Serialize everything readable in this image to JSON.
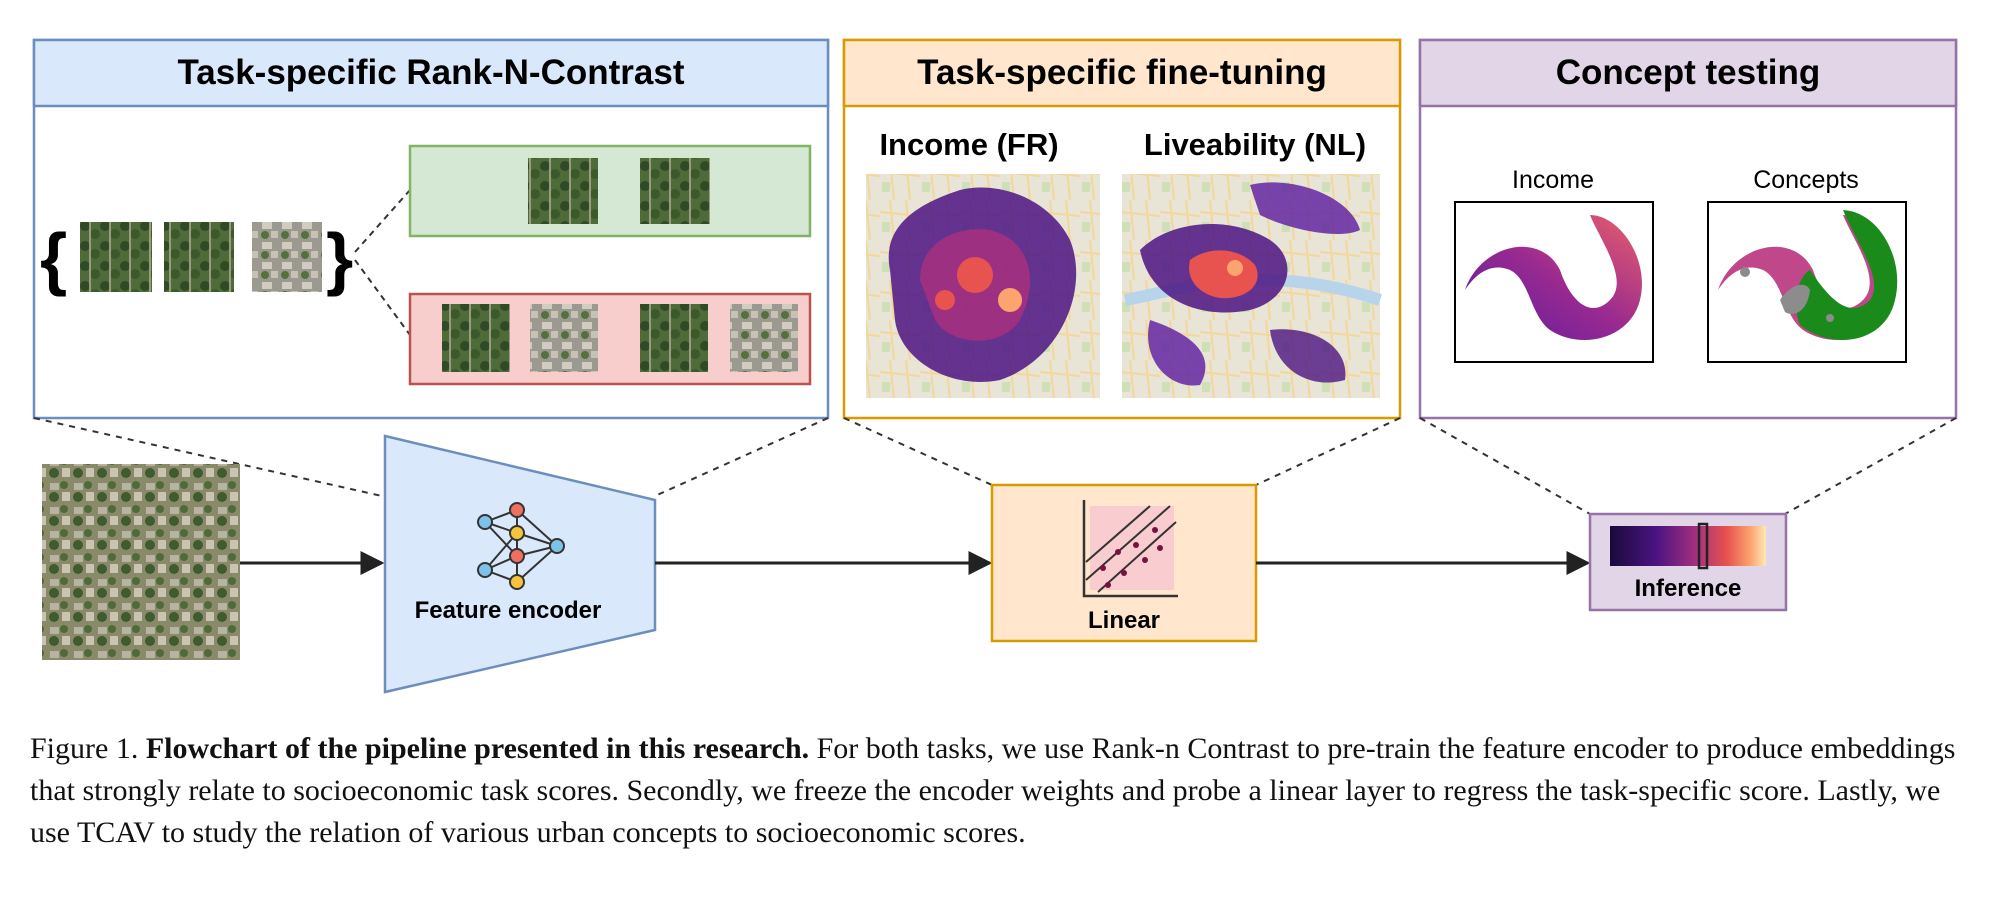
{
  "panels": {
    "rnc": {
      "title": "Task-specific Rank-N-Contrast"
    },
    "finetune": {
      "title": "Task-specific fine-tuning",
      "maps": [
        {
          "label": "Income (FR)"
        },
        {
          "label": "Liveability (NL)"
        }
      ]
    },
    "concept": {
      "title": "Concept testing",
      "plots": [
        {
          "label": "Income"
        },
        {
          "label": "Concepts"
        }
      ]
    }
  },
  "pipeline": {
    "encoder_label": "Feature encoder",
    "linear_label": "Linear",
    "inference_label": "Inference"
  },
  "caption": {
    "prefix": "Figure 1.",
    "bold": "Flowchart of the pipeline presented in this research.",
    "body": "For both tasks, we use Rank-n Contrast to pre-train the feature encoder to produce embeddings that strongly relate to socioeconomic task scores. Secondly, we freeze the encoder weights and probe a linear layer to regress the task-specific score. Lastly, we use TCAV to study the relation of various urban concepts to socioeconomic scores."
  },
  "colors": {
    "blue_fill": "#dae8fc",
    "blue_stroke": "#6c8ebf",
    "orange_fill": "#ffe6cc",
    "orange_stroke": "#d79b00",
    "purple_fill": "#e1d5e7",
    "purple_stroke": "#9673a6",
    "green_fill": "#d5e8d4",
    "green_stroke": "#82b366",
    "red_fill": "#f8cecc",
    "red_stroke": "#b85450"
  }
}
